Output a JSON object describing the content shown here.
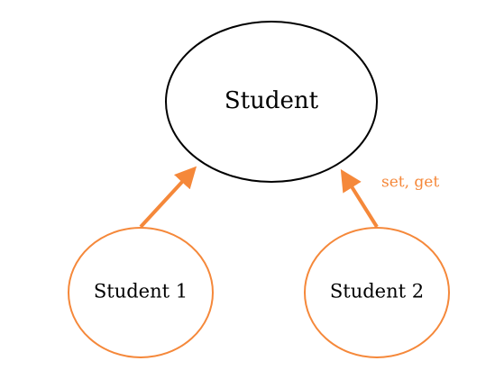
{
  "colors": {
    "parent_stroke": "#000000",
    "child_stroke": "#f5883a",
    "arrow": "#f5883a",
    "edge_label": "#f5883a",
    "text": "#000000"
  },
  "nodes": {
    "parent": {
      "label": "Student"
    },
    "child1": {
      "label": "Student 1"
    },
    "child2": {
      "label": "Student 2"
    }
  },
  "edges": {
    "child2_to_parent": {
      "label": "set, get"
    }
  }
}
